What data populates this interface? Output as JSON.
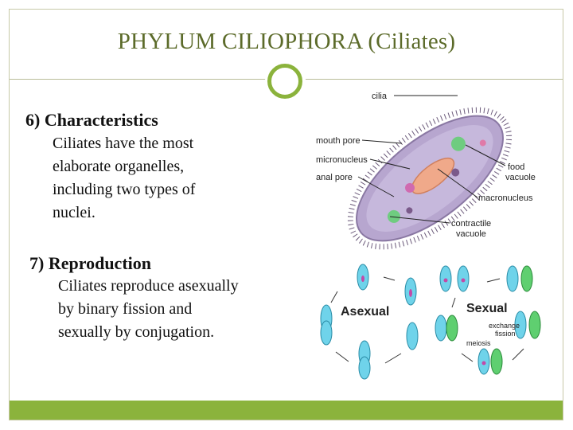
{
  "slide": {
    "title": "PHYLUM CILIOPHORA (Ciliates)",
    "section6": {
      "heading": "6) Characteristics",
      "lines": [
        "Ciliates have the most",
        "elaborate organelles,",
        "including two types of",
        "nuclei."
      ]
    },
    "section7": {
      "heading": "7) Reproduction",
      "lines": [
        "Ciliates reproduce asexually",
        "by binary fission and",
        "sexually by conjugation."
      ]
    }
  },
  "figure1": {
    "labels": {
      "cilia": "cilia",
      "mouth_pore": "mouth pore",
      "micronucleus": "micronucleus",
      "anal_pore": "anal pore",
      "food": "food",
      "vacuole": "vacuole",
      "macronucleus": "macronucleus",
      "contractile": "contractile",
      "contractile_vacuole": "vacuole"
    }
  },
  "figure2": {
    "asexual": "Asexual",
    "sexual": "Sexual",
    "exchange": "exchange",
    "fission": "fission",
    "meiosis": "meiosis"
  },
  "colors": {
    "accent": "#8bb33c",
    "title": "#5c6b2a",
    "cell_purple": "#b7a6cf",
    "cell_cyan": "#6fd3ea",
    "cell_green": "#5fcf70"
  }
}
